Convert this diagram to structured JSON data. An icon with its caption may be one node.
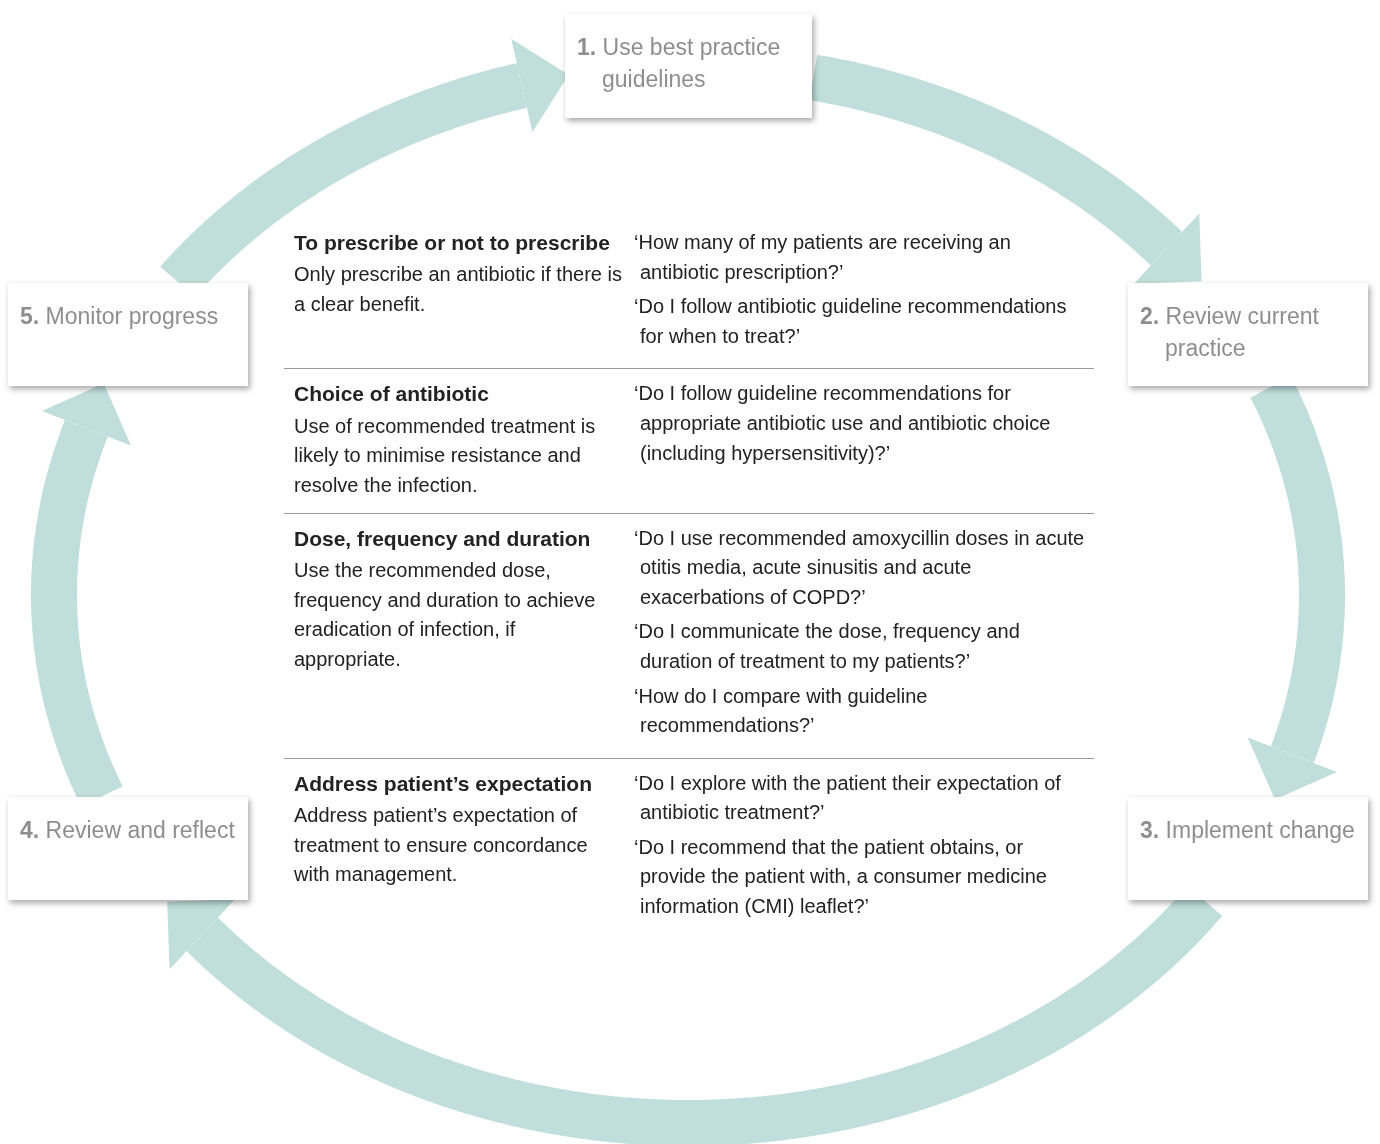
{
  "diagram": {
    "nodes": [
      {
        "text": [
          "**1.** Use best practice guidelines"
        ]
      },
      {
        "text": [
          "**2.** Review current practice"
        ]
      },
      {
        "text": [
          "**3.** Implement change"
        ]
      },
      {
        "text": [
          "**4.** Review and reflect"
        ]
      },
      {
        "text": [
          "**5.** Monitor progress"
        ]
      }
    ],
    "edges": [
      {
        "from": 0,
        "to": 1,
        "arrow": "to"
      },
      {
        "from": 1,
        "to": 2,
        "arrow": "to"
      },
      {
        "from": 2,
        "to": 3,
        "arrow": "to"
      },
      {
        "from": 3,
        "to": 4,
        "arrow": "to"
      },
      {
        "from": 4,
        "to": 0,
        "arrow": "to"
      }
    ],
    "labels": [
      "To prescribe or not to prescribe",
      "Only prescribe an antibiotic if there is a clear benefit.",
      "‘How many of my patients are receiving an antibiotic prescription?’",
      "‘Do I follow antibiotic guideline recommendations for when to treat?’",
      "Choice of antibiotic",
      "Use of recommended treatment is likely to minimise resistance and resolve the infection.",
      "‘Do I follow guideline recommendations for appropriate antibiotic use and antibiotic choice (including hypersensitivity)?’",
      "Dose, frequency and duration",
      "Use the recommended dose, frequency and duration to achieve eradication of infection, if appropriate.",
      "‘Do I use recommended amoxycillin doses in acute otitis media, acute sinusitis and acute exacerbations of COPD?’",
      "‘Do I communicate the dose, frequency and duration of treatment to my patients?’",
      "‘How do I compare with guideline recommendations?’",
      "Address patient’s expectation",
      "Address patient’s expectation of treatment to ensure concordance with management.",
      "‘Do I explore with the patient their expectation of antibiotic treatment?’",
      "‘Do I recommend that the patient obtains, or provide the patient with, a consumer medicine information (CMI) leaflet?’"
    ]
  }
}
